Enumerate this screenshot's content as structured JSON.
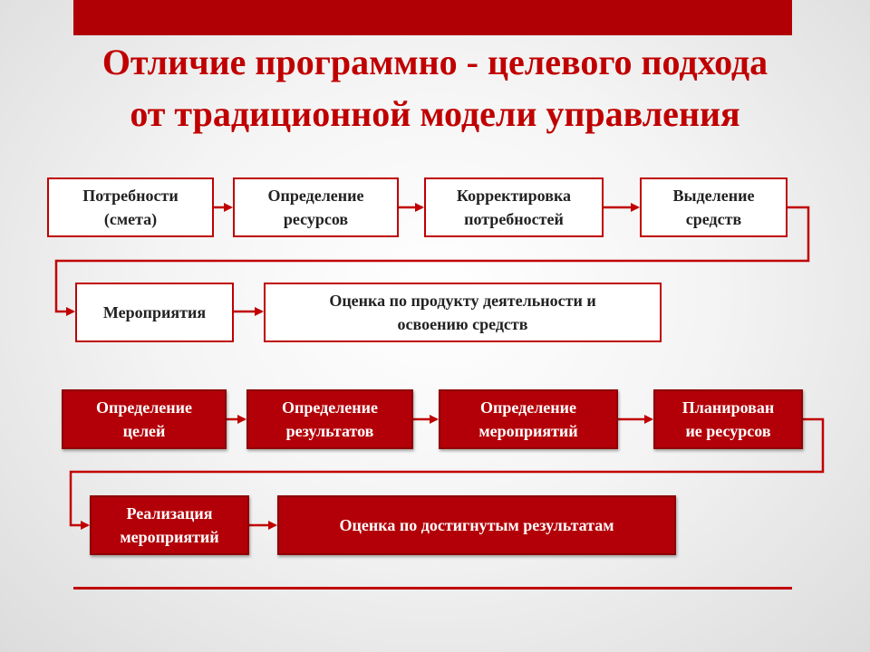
{
  "title": {
    "line1": "Отличие программно - целевого подхода",
    "line2": "от традиционной модели управления"
  },
  "traditional": {
    "boxes": [
      {
        "line1": "Потребности",
        "line2": "(смета)"
      },
      {
        "line1": "Определение",
        "line2": "ресурсов"
      },
      {
        "line1": "Корректировка",
        "line2": "потребностей"
      },
      {
        "line1": "Выделение",
        "line2": "средств"
      },
      {
        "line1": "Мероприятия",
        "line2": ""
      },
      {
        "line1": "Оценка  по продукту деятельности и",
        "line2": "освоению средств"
      }
    ]
  },
  "program": {
    "boxes": [
      {
        "line1": "Определение",
        "line2": "целей"
      },
      {
        "line1": "Определение",
        "line2": "результатов"
      },
      {
        "line1": "Определение",
        "line2": "мероприятий"
      },
      {
        "line1": "Планирован",
        "line2": "ие ресурсов"
      },
      {
        "line1": "Реализация",
        "line2": "мероприятий"
      },
      {
        "line1": "Оценка  по достигнутым результатам",
        "line2": ""
      }
    ]
  },
  "colors": {
    "accent": "#c00000",
    "filled_box": "#b30008",
    "arrow": "#c00000"
  }
}
